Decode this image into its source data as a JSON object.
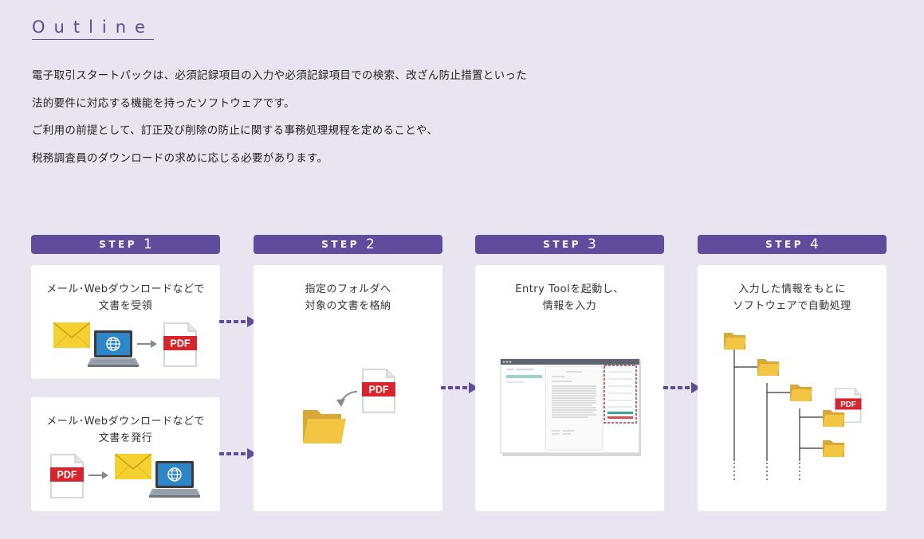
{
  "outline": {
    "heading": "Outline",
    "paragraphs": [
      "電子取引スタートパックは、必須記録項目の入力や必須記録項目での検索、改ざん防止措置といった",
      "法的要件に対応する機能を持ったソフトウェアです。",
      "ご利用の前提として、訂正及び削除の防止に関する事務処理規程を定めることや、",
      "税務調査員のダウンロードの求めに応じる必要があります。"
    ]
  },
  "steps": [
    {
      "word": "STEP",
      "number": "1"
    },
    {
      "word": "STEP",
      "number": "2"
    },
    {
      "word": "STEP",
      "number": "3"
    },
    {
      "word": "STEP",
      "number": "4"
    }
  ],
  "step1": {
    "receive": {
      "line1": "メール･Webダウンロードなどで",
      "line2": "文書を受領"
    },
    "issue": {
      "line1": "メール･Webダウンロードなどで",
      "line2": "文書を発行"
    }
  },
  "step2": {
    "line1": "指定のフォルダへ",
    "line2": "対象の文書を格納"
  },
  "step3": {
    "line1": "Entry Toolを起動し、",
    "line2": "情報を入力"
  },
  "step4": {
    "line1": "入力した情報をもとに",
    "line2": "ソフトウェアで自動処理"
  },
  "pdf_label": "PDF",
  "icons": {
    "mail": "mail-envelope-icon",
    "laptop": "laptop-globe-icon",
    "pdf": "pdf-document-icon",
    "folder": "folder-icon",
    "arrow": "gray-arrow-icon"
  },
  "colors": {
    "background": "#e8e4f0",
    "accent": "#5f4c9c",
    "pdf_red": "#d7252f",
    "folder": "#f2c542",
    "mail": "#f4d030",
    "screen": "#2e86c8"
  }
}
